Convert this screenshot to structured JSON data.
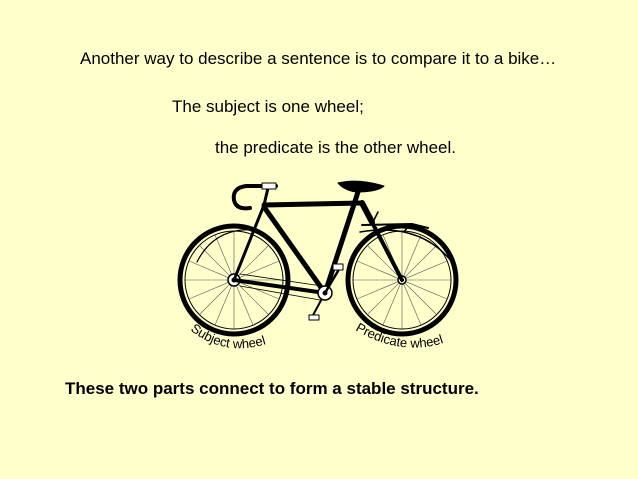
{
  "slide": {
    "intro": "Another way to describe a sentence is to compare it to a bike…",
    "subject_line": "The subject is one wheel;",
    "predicate_line": "the predicate is the other wheel.",
    "subject_wheel_label": "Subject wheel",
    "predicate_wheel_label": "Predicate wheel",
    "conclusion": "These two parts connect to form a stable structure."
  }
}
